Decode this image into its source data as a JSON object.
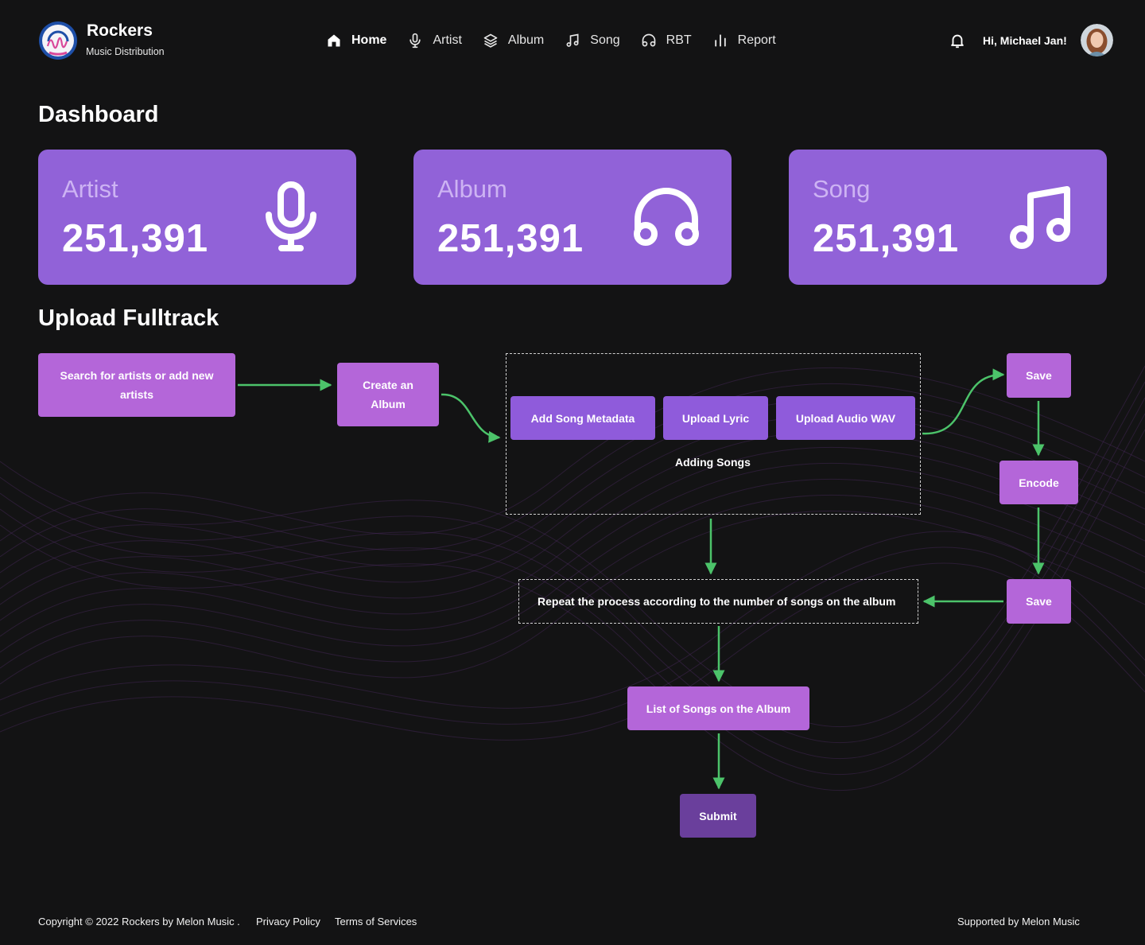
{
  "brand": {
    "title": "Rockers",
    "subtitle": "Music Distribution",
    "logo_icon": "melon-music-logo"
  },
  "nav": [
    {
      "label": "Home",
      "icon": "home-icon",
      "active": true
    },
    {
      "label": "Artist",
      "icon": "microphone-icon",
      "active": false
    },
    {
      "label": "Album",
      "icon": "layers-icon",
      "active": false
    },
    {
      "label": "Song",
      "icon": "music-note-icon",
      "active": false
    },
    {
      "label": "RBT",
      "icon": "headphones-icon",
      "active": false
    },
    {
      "label": "Report",
      "icon": "bar-chart-icon",
      "active": false
    }
  ],
  "user": {
    "greeting": "Hi, Michael Jan!",
    "notification_icon": "bell-icon"
  },
  "dashboard": {
    "title": "Dashboard",
    "cards": [
      {
        "label": "Artist",
        "value": "251,391",
        "icon": "microphone-icon"
      },
      {
        "label": "Album",
        "value": "251,391",
        "icon": "headphones-icon"
      },
      {
        "label": "Song",
        "value": "251,391",
        "icon": "music-note-icon"
      }
    ]
  },
  "upload": {
    "title": "Upload Fulltrack",
    "steps": {
      "search": "Search for artists or add new artists",
      "create_album": "Create an Album",
      "metadata": "Add Song Metadata",
      "lyric": "Upload Lyric",
      "wav": "Upload Audio WAV",
      "adding_songs": "Adding Songs",
      "save1": "Save",
      "encode": "Encode",
      "save2": "Save",
      "repeat": "Repeat the process according to the number of songs on the album",
      "list": "List of Songs on the Album",
      "submit": "Submit"
    },
    "colors": {
      "step_pink": "#b466d9",
      "step_violet": "#8f5bdb",
      "submit": "#6a3f9c",
      "arrow": "#4cc36a"
    }
  },
  "footer": {
    "copyright": "Copyright © 2022 Rockers by Melon Music .",
    "privacy": "Privacy Policy",
    "terms": "Terms of Services",
    "supported": "Supported by Melon Music"
  },
  "colors": {
    "background": "#131314",
    "card": "#9162d8",
    "card_label": "#cdb3f3"
  }
}
